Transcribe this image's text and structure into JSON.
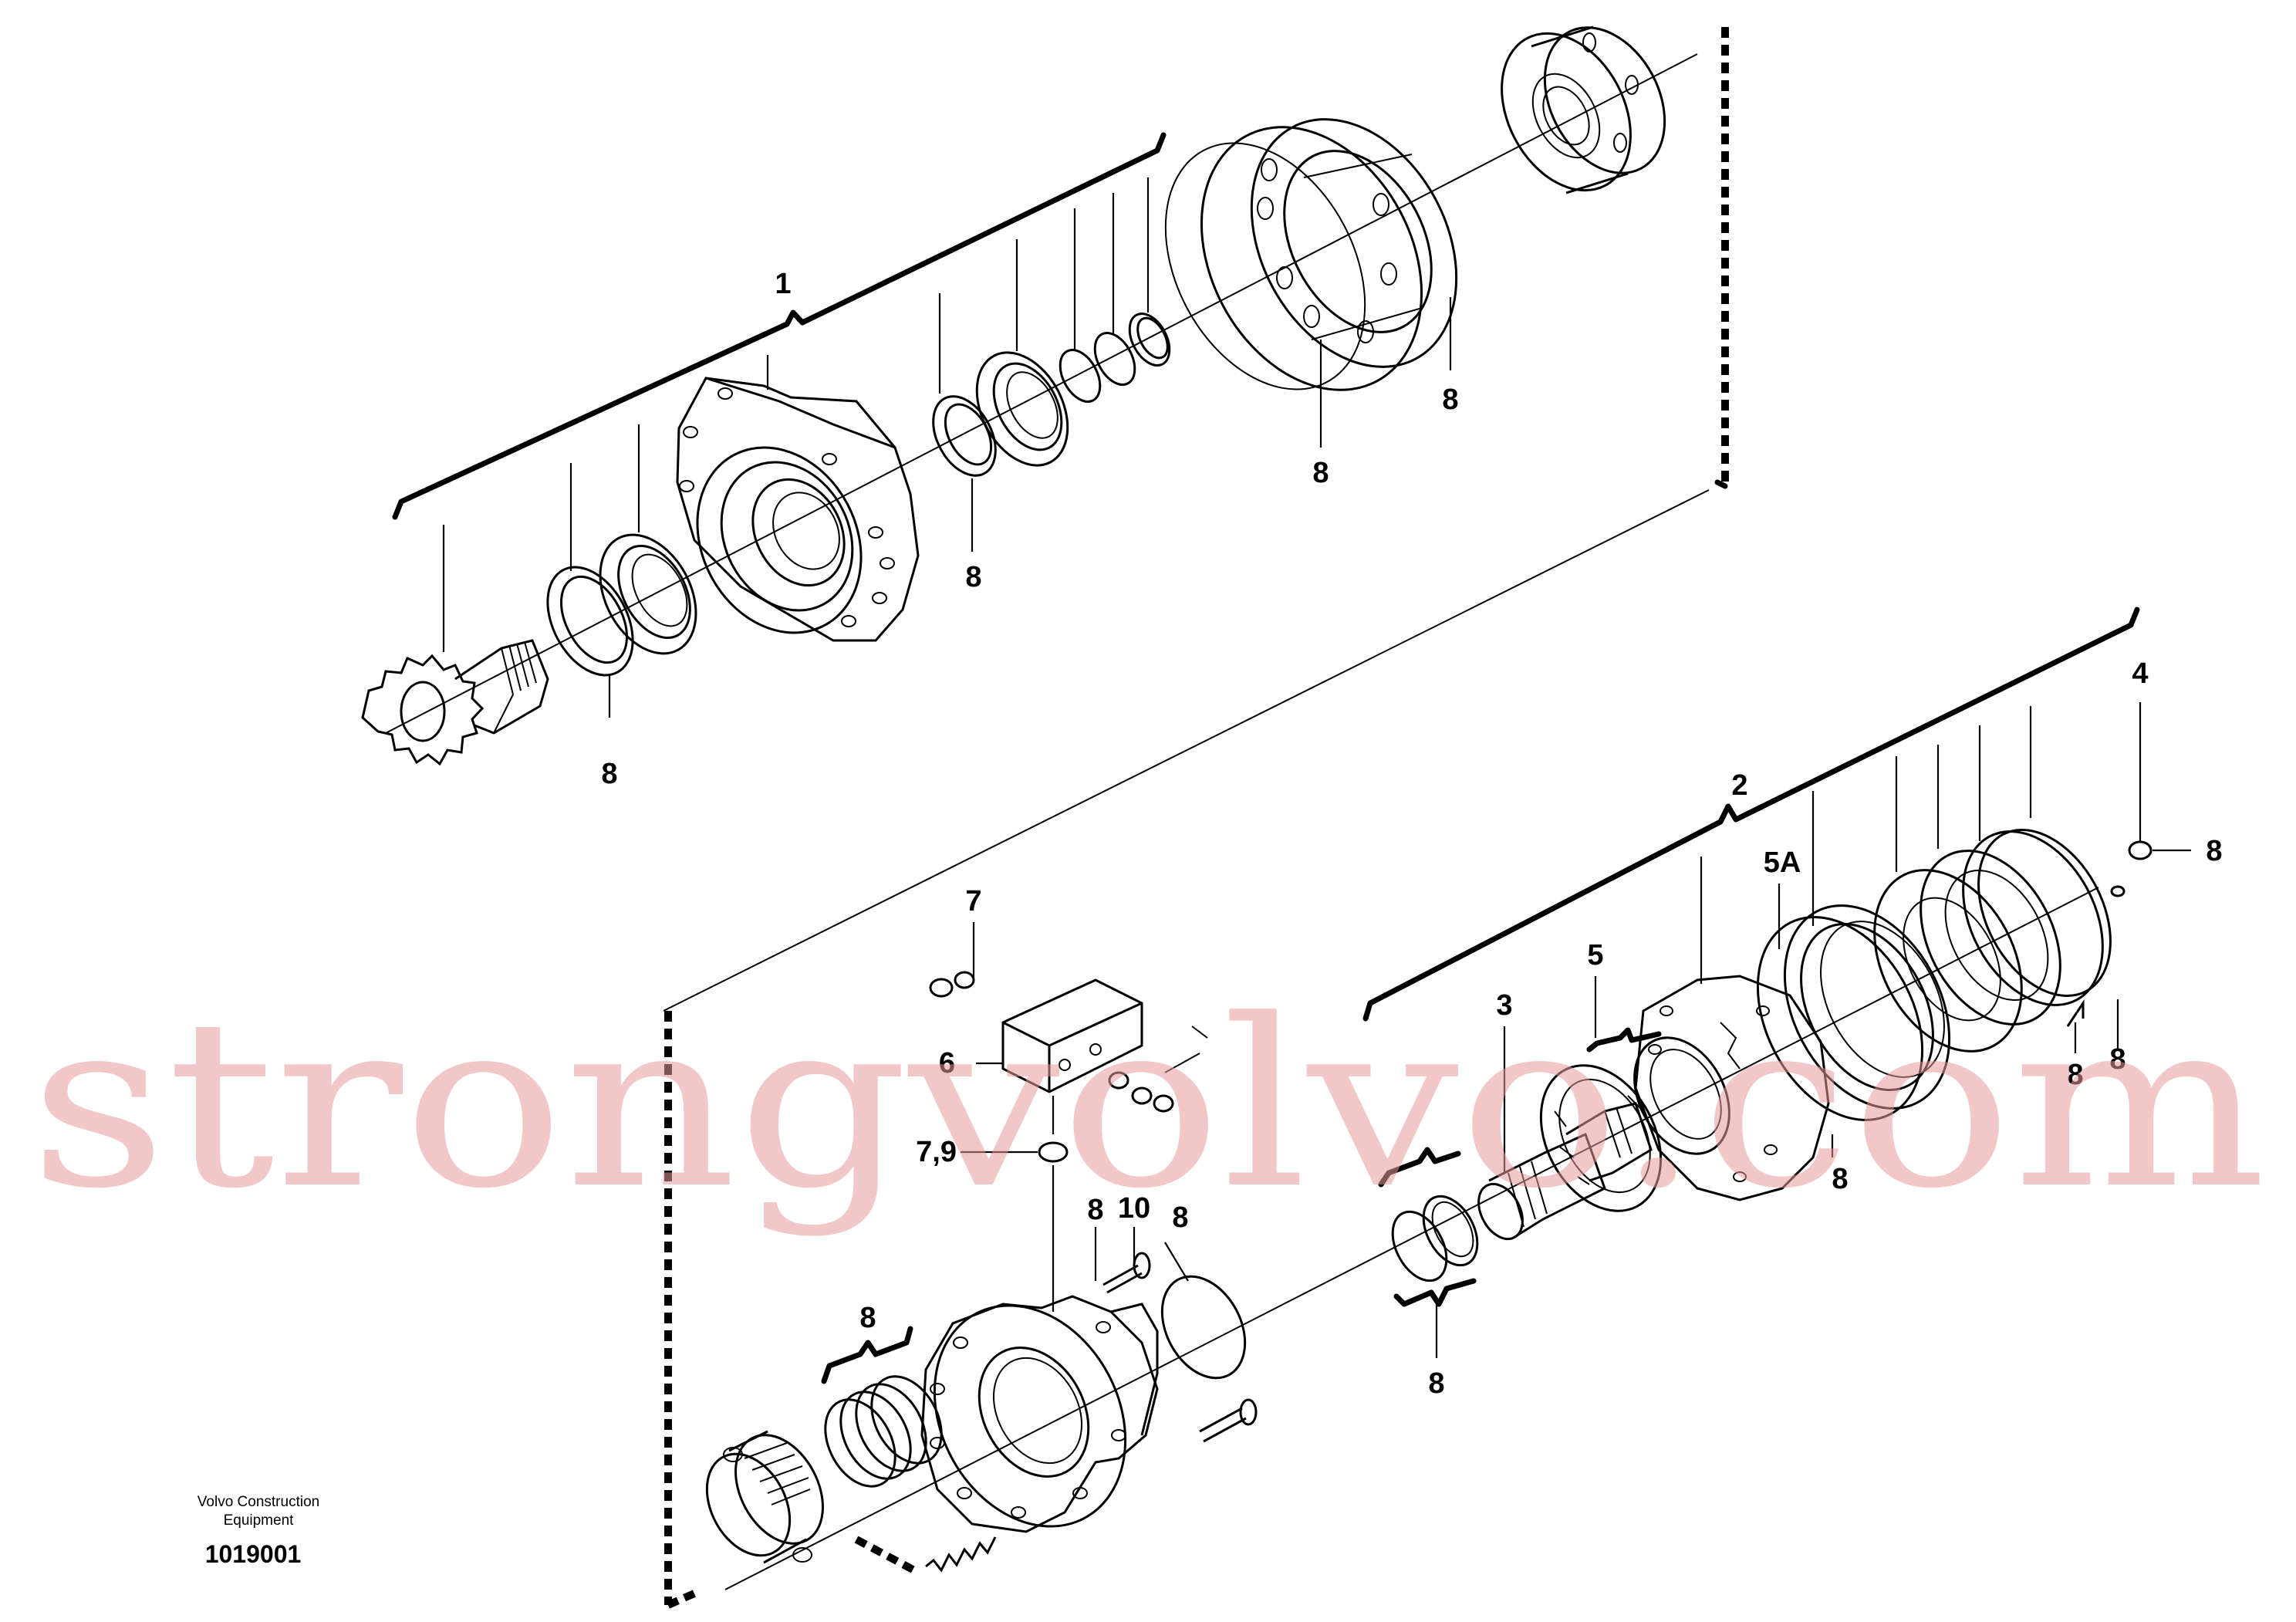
{
  "diagram": {
    "labels": {
      "assembly_1": "1",
      "assembly_2": "2",
      "part_3": "3",
      "part_4": "4",
      "part_5": "5",
      "part_5a": "5A",
      "part_6": "6",
      "part_7": "7",
      "part_7_9": "7,9",
      "part_8": "8",
      "part_10": "10"
    }
  },
  "footer": {
    "company_line1": "Volvo Construction",
    "company_line2": "Equipment",
    "drawing_number": "1019001"
  },
  "watermark": {
    "text": "strongvolvo.com"
  }
}
